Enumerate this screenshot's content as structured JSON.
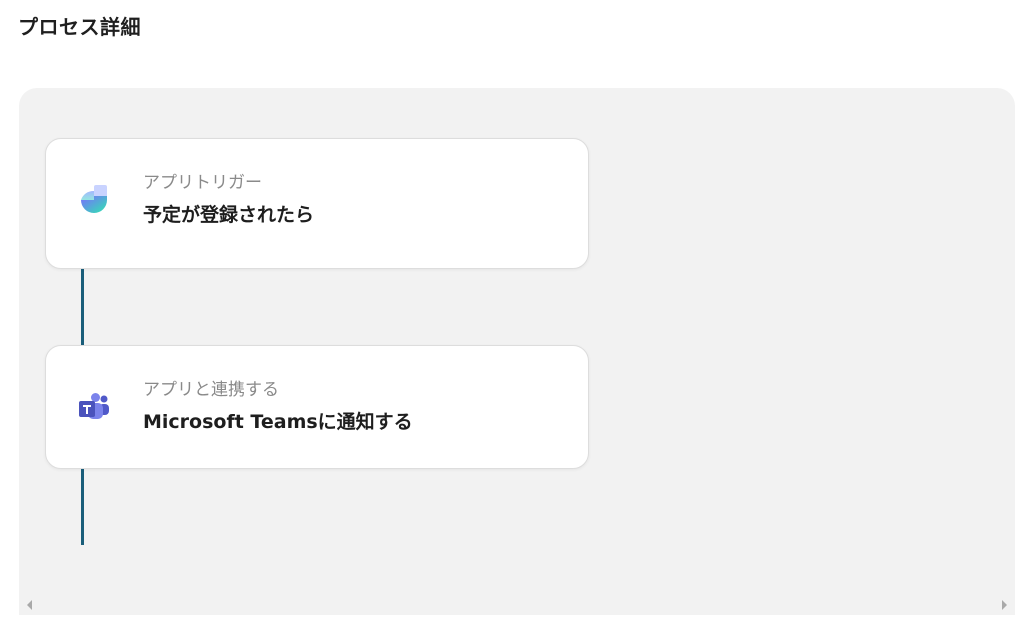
{
  "page": {
    "title": "プロセス詳細"
  },
  "steps": [
    {
      "kind": "アプリトリガー",
      "action": "予定が登録されたら",
      "icon": "calendar-app-icon"
    },
    {
      "kind": "アプリと連携する",
      "action": "Microsoft Teamsに通知する",
      "icon": "microsoft-teams-icon"
    }
  ],
  "colors": {
    "panel_background": "#f2f2f2",
    "connector": "#1a5e7a",
    "card_background": "#ffffff",
    "teams_purple": "#5059c9"
  }
}
